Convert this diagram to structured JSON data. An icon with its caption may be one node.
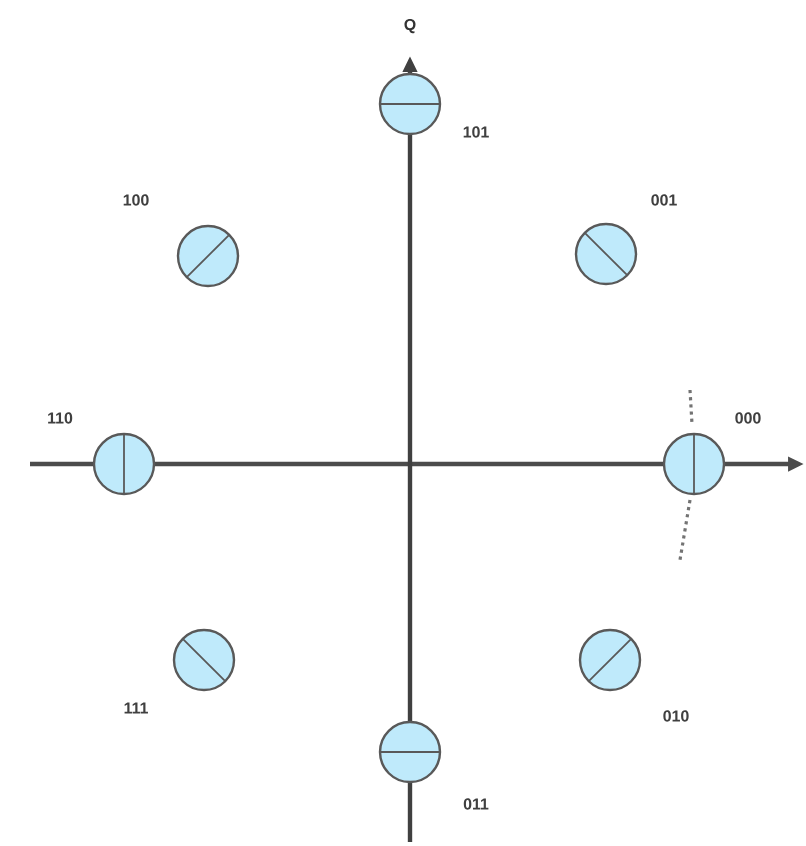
{
  "diagram": {
    "nodes": [
      {
        "text": [],
        "shape": "circle",
        "beside": [
          "101"
        ]
      },
      {
        "text": [],
        "shape": "circle",
        "beside": [
          "100"
        ]
      },
      {
        "text": [],
        "shape": "circle",
        "beside": [
          "001"
        ]
      },
      {
        "text": [],
        "shape": "circle",
        "beside": [
          "110"
        ]
      },
      {
        "text": [],
        "shape": "circle",
        "beside": [
          "000"
        ]
      },
      {
        "text": [],
        "shape": "circle",
        "beside": [
          "111"
        ]
      },
      {
        "text": [],
        "shape": "circle",
        "beside": [
          "010"
        ]
      },
      {
        "text": [],
        "shape": "circle",
        "beside": [
          "011"
        ]
      }
    ],
    "labels": [
      "Q"
    ]
  }
}
